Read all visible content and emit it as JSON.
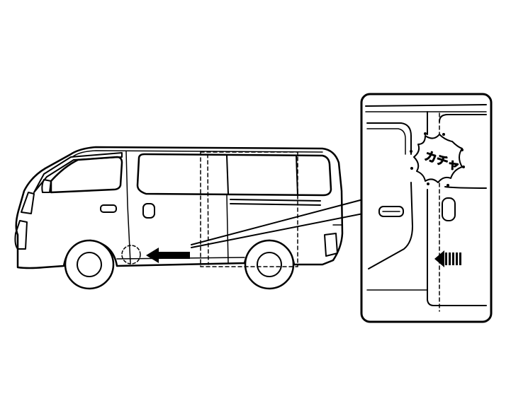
{
  "diagram": {
    "callout_sound_text": "カチャ",
    "colors": {
      "ink": "#000000",
      "paper": "#ffffff"
    },
    "icons": [
      "van-side-view",
      "left-arrow",
      "striped-arrow",
      "burst-callout",
      "door-handle"
    ]
  }
}
